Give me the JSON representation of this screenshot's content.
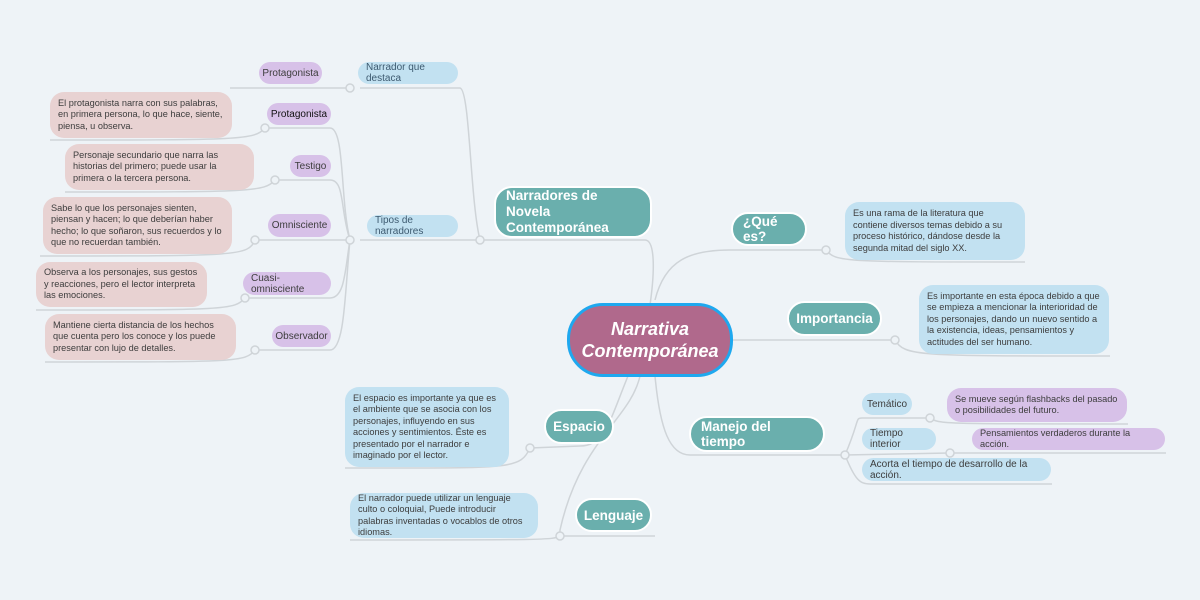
{
  "center": "Narrativa Contemporánea",
  "branches": {
    "narradores": "Narradores de Novela Contemporánea",
    "que_es": "¿Qué es?",
    "importancia": "Importancia",
    "manejo": "Manejo del tiempo",
    "espacio": "Espacio",
    "lenguaje": "Lenguaje"
  },
  "narradores": {
    "narrador_que_destaca": "Narrador que destaca",
    "destaca_item": "Protagonista",
    "tipos": "Tipos de narradores",
    "types": [
      {
        "label": "Protagonista",
        "note": "El protagonista narra con sus palabras, en primera persona, lo que hace, siente, piensa, u observa."
      },
      {
        "label": "Testigo",
        "note": "Personaje secundario que narra las historias del primero; puede usar la primera o la tercera persona."
      },
      {
        "label": "Omnisciente",
        "note": "Sabe lo que los personajes sienten, piensan y hacen; lo que deberían haber hecho; lo que soñaron, sus recuerdos y lo que no recuerdan también."
      },
      {
        "label": "Cuasi-omnisciente",
        "note": "Observa a los personajes, sus gestos y reacciones, pero el lector interpreta las emociones."
      },
      {
        "label": "Observador",
        "note": "Mantiene cierta distancia de los hechos que cuenta pero los conoce y los puede presentar con lujo de detalles."
      }
    ]
  },
  "que_es_note": "Es una rama de la literatura que contiene diversos temas debido a su proceso histórico, dándose desde la segunda mitad del siglo XX.",
  "importancia_note": "Es importante en esta época debido a que se empieza a mencionar la interioridad de los personajes, dando un nuevo sentido a la existencia, ideas, pensamientos y actitudes del ser humano.",
  "manejo": {
    "tematico": "Temático",
    "tematico_note": "Se mueve según flashbacks del pasado o posibilidades del futuro.",
    "interior": "Tiempo interior",
    "interior_note": "Pensamientos verdaderos durante la acción.",
    "acorta": "Acorta el tiempo de desarrollo de la acción."
  },
  "espacio_note": "El espacio es importante ya que es el ambiente que se asocia con los personajes, influyendo en sus acciones y sentimientos. Éste es presentado por el narrador e imaginado por el lector.",
  "lenguaje_note": "El narrador puede utilizar un lenguaje culto o coloquial, Puede introducir palabras inventadas o vocablos de otros idiomas."
}
